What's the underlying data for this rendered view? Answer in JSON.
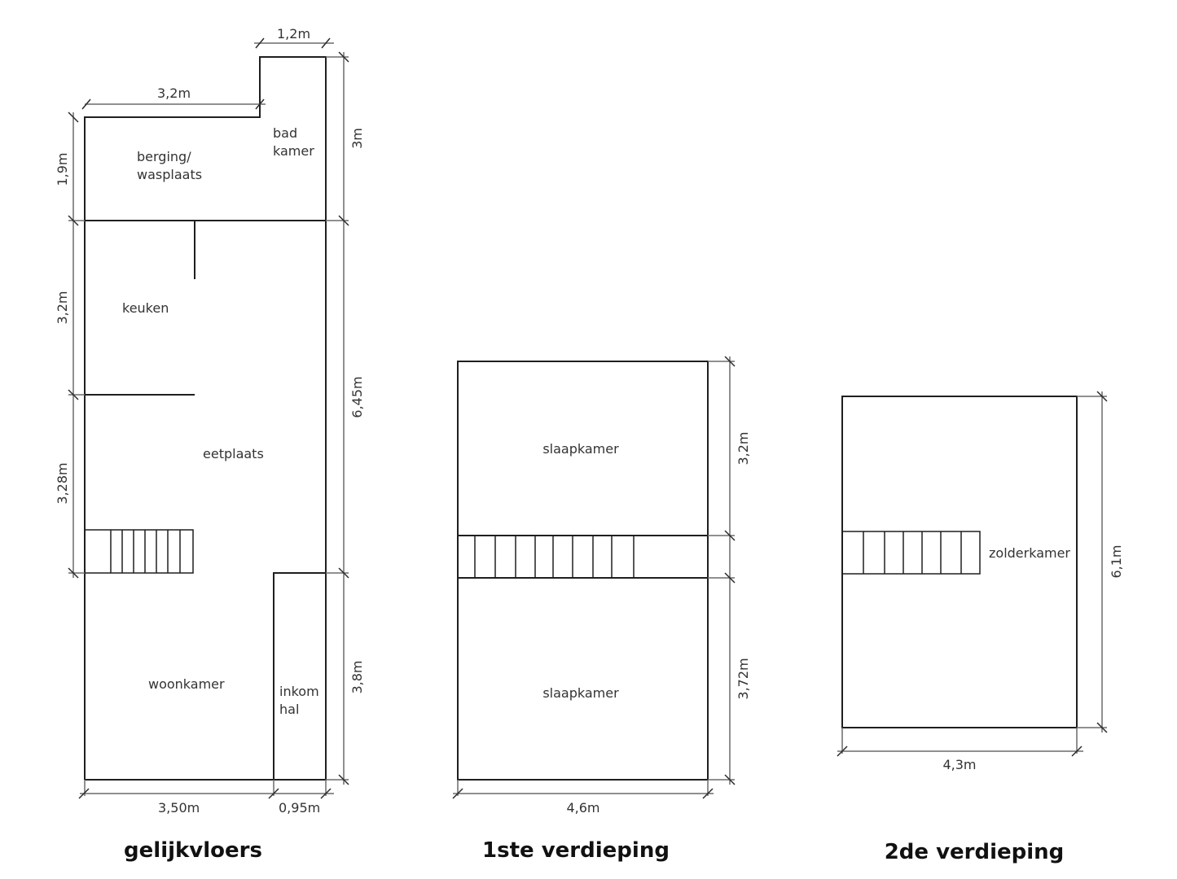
{
  "floors": {
    "ground": {
      "title": "gelijkvloers",
      "rooms": {
        "berging": [
          "berging/",
          "wasplaats"
        ],
        "badkamer": [
          "bad",
          "kamer"
        ],
        "keuken": "keuken",
        "eetplaats": "eetplaats",
        "woonkamer": "woonkamer",
        "inkomhal": [
          "inkom",
          "hal"
        ]
      },
      "dims": {
        "top_bath_width": "1,2m",
        "top_storage_width": "3,2m",
        "left_storage": "1,9m",
        "left_kitchen": "3,2m",
        "left_dining": "3,28m",
        "right_bath": "3m",
        "right_middle": "6,45m",
        "right_front": "3,8m",
        "bottom_living": "3,50m",
        "bottom_hall": "0,95m"
      }
    },
    "first": {
      "title": "1ste verdieping",
      "rooms": {
        "back": "slaapkamer",
        "front": "slaapkamer"
      },
      "dims": {
        "right_back": "3,2m",
        "right_front": "3,72m",
        "bottom": "4,6m"
      }
    },
    "second": {
      "title": "2de verdieping",
      "rooms": {
        "attic": "zolderkamer"
      },
      "dims": {
        "right": "6,1m",
        "bottom": "4,3m"
      }
    }
  }
}
